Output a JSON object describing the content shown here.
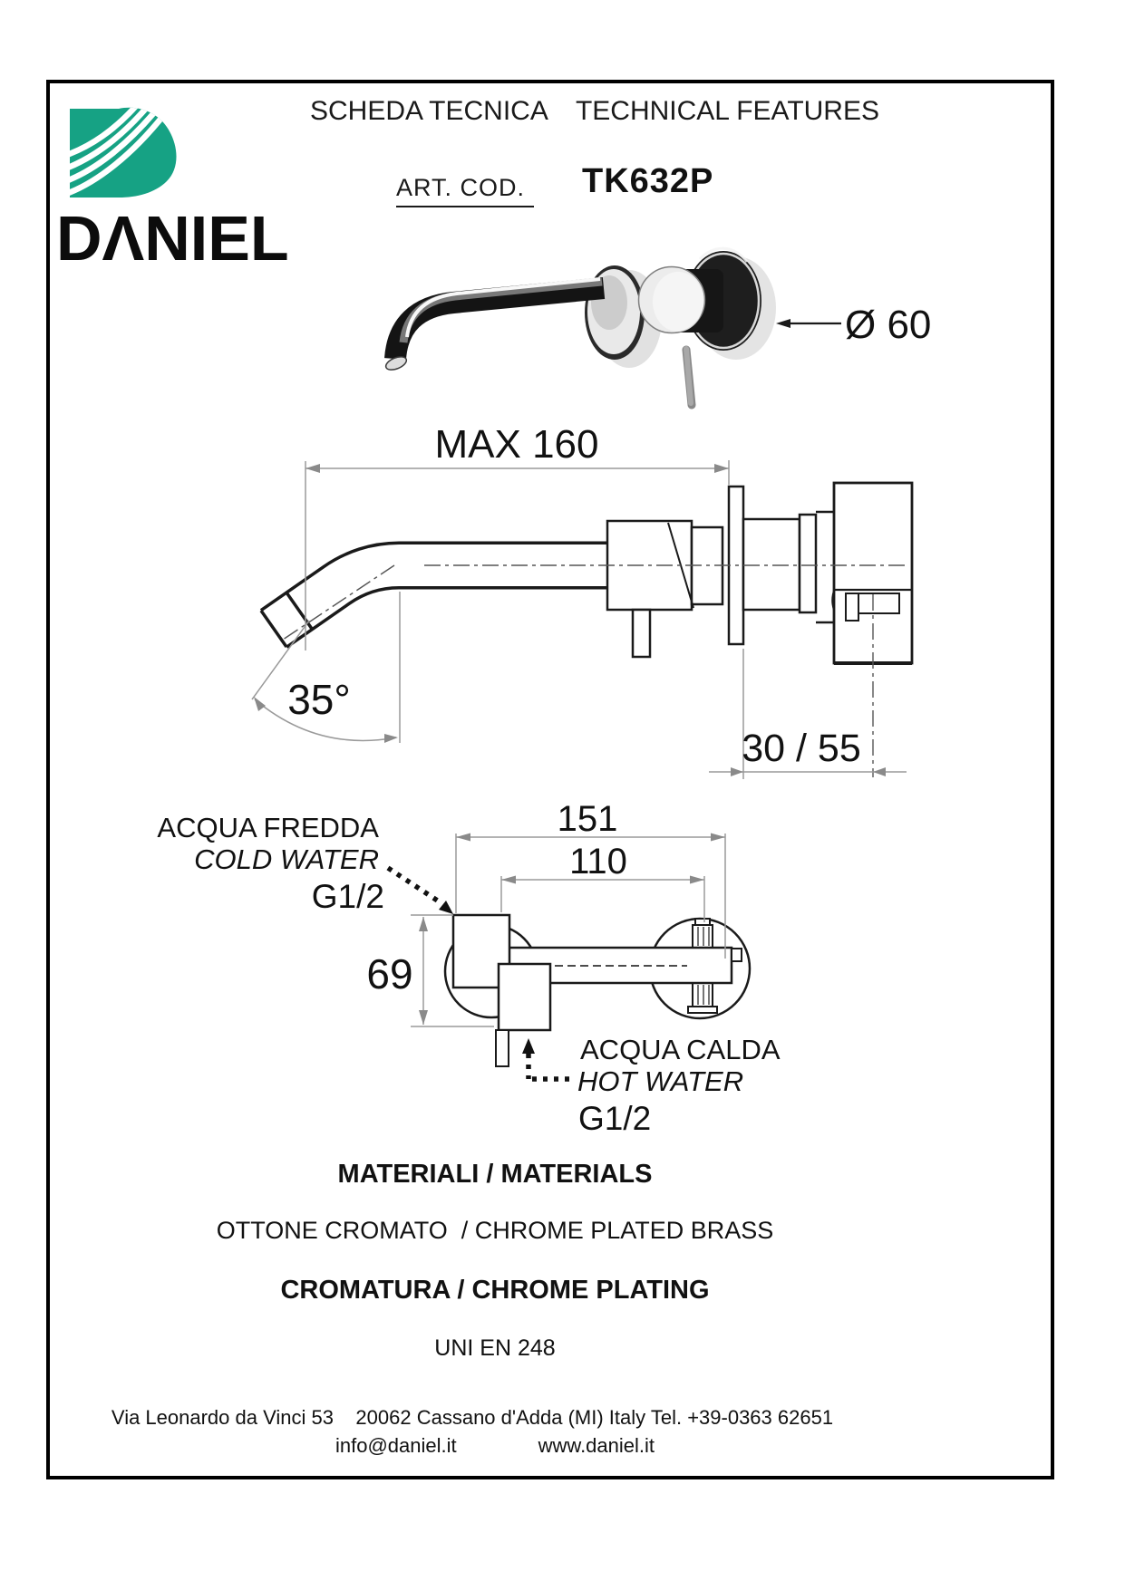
{
  "logo": {
    "brand": "DANIEL",
    "brand_display": "DΛNIEL",
    "green": "#16A284"
  },
  "header": {
    "title_it": "SCHEDA TECNICA",
    "title_en": "TECHNICAL FEATURES",
    "art_label": "ART. COD.",
    "art_value": "TK632P"
  },
  "photo": {
    "diameter": "Ø 60"
  },
  "drawing_side": {
    "max_length": "MAX 160",
    "angle": "35°",
    "depth_range": "30 / 55"
  },
  "drawing_front": {
    "width_overall": "151",
    "width_centers": "110",
    "height": "69",
    "cold": {
      "line1": "ACQUA FREDDA",
      "line2": "COLD WATER",
      "line3": "G1/2"
    },
    "hot": {
      "line1": "ACQUA CALDA",
      "line2": "HOT WATER",
      "line3": "G1/2"
    }
  },
  "materials": {
    "heading": "MATERIALI / MATERIALS",
    "value": "OTTONE CROMATO  / CHROME PLATED BRASS",
    "plating_heading": "CROMATURA / CHROME PLATING",
    "standard": "UNI EN 248"
  },
  "footer": {
    "address": "Via Leonardo da Vinci 53    20062 Cassano d'Adda (MI) Italy Tel. +39-0363 62651",
    "email": "info@daniel.it",
    "website": "www.daniel.it"
  }
}
